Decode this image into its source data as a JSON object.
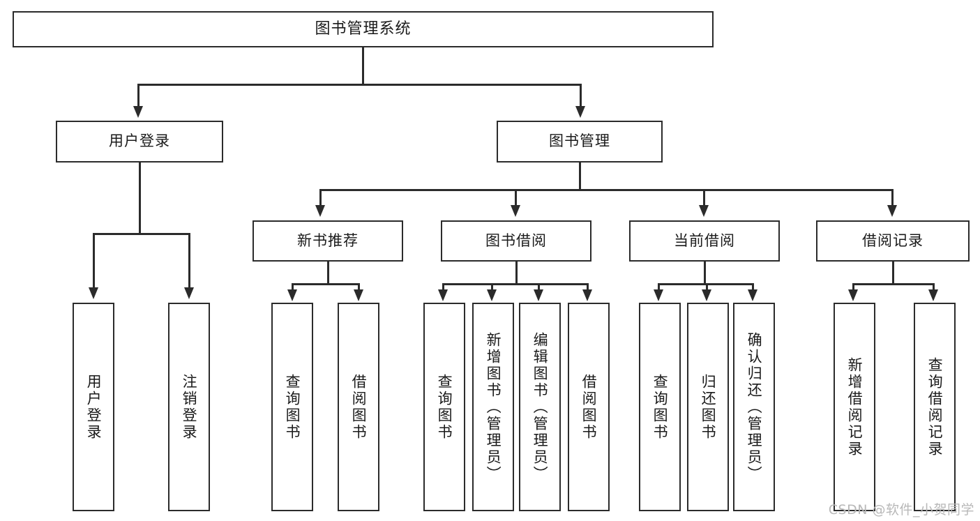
{
  "diagram": {
    "type": "tree",
    "title": "图书管理系统",
    "root": {
      "label": "图书管理系统"
    },
    "level2": [
      {
        "id": "user-login",
        "label": "用户登录"
      },
      {
        "id": "book-manage",
        "label": "图书管理"
      }
    ],
    "level3": [
      {
        "id": "new-book-recommend",
        "label": "新书推荐",
        "parent": "book-manage"
      },
      {
        "id": "book-borrow",
        "label": "图书借阅",
        "parent": "book-manage"
      },
      {
        "id": "current-borrow",
        "label": "当前借阅",
        "parent": "book-manage"
      },
      {
        "id": "borrow-record",
        "label": "借阅记录",
        "parent": "book-manage"
      }
    ],
    "leaves": [
      {
        "id": "leaf-user-login",
        "label": "用户登录",
        "parent": "user-login"
      },
      {
        "id": "leaf-user-logout",
        "label": "注销登录",
        "parent": "user-login"
      },
      {
        "id": "leaf-query-book-1",
        "label": "查询图书",
        "parent": "new-book-recommend"
      },
      {
        "id": "leaf-borrow-book-1",
        "label": "借阅图书",
        "parent": "new-book-recommend"
      },
      {
        "id": "leaf-query-book-2",
        "label": "查询图书",
        "parent": "book-borrow"
      },
      {
        "id": "leaf-add-book",
        "label": "新增图书（管理员）",
        "parent": "book-borrow"
      },
      {
        "id": "leaf-edit-book",
        "label": "编辑图书（管理员）",
        "parent": "book-borrow"
      },
      {
        "id": "leaf-borrow-book-2",
        "label": "借阅图书",
        "parent": "book-borrow"
      },
      {
        "id": "leaf-query-book-3",
        "label": "查询图书",
        "parent": "current-borrow"
      },
      {
        "id": "leaf-return-book",
        "label": "归还图书",
        "parent": "current-borrow"
      },
      {
        "id": "leaf-confirm-return",
        "label": "确认归还（管理员）",
        "parent": "current-borrow"
      },
      {
        "id": "leaf-add-record",
        "label": "新增借阅记录",
        "parent": "borrow-record"
      },
      {
        "id": "leaf-query-record",
        "label": "查询借阅记录",
        "parent": "borrow-record"
      }
    ],
    "colors": {
      "stroke": "#2b2b2b",
      "fill": "#ffffff",
      "text": "#1a1a1a",
      "watermark": "#b8b8b8"
    }
  },
  "watermark": {
    "text": "CSDN @软件_小贺同学"
  }
}
